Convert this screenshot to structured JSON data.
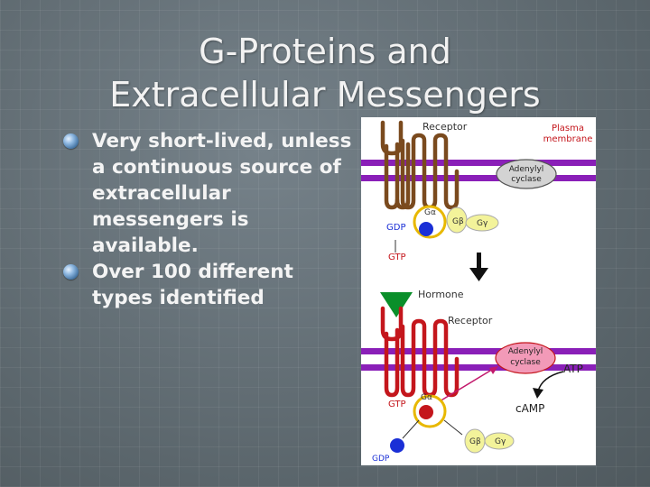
{
  "slide": {
    "title_line1": "G-Proteins and",
    "title_line2": "Extracellular Messengers"
  },
  "bullets": [
    "Very short-lived, unless a continuous source of extracellular messengers is available.",
    "Over 100 different types identified"
  ],
  "diagram": {
    "top": {
      "receptor": "Receptor",
      "plasma_membrane_line1": "Plasma",
      "plasma_membrane_line2": "membrane",
      "adenylyl_cyclase_line1": "Adenylyl",
      "adenylyl_cyclase_line2": "cyclase",
      "g_alpha": "Gα",
      "g_beta": "Gβ",
      "g_gamma": "Gγ",
      "gdp": "GDP",
      "gtp": "GTP"
    },
    "hormone": "Hormone",
    "bottom": {
      "receptor": "Receptor",
      "adenylyl_cyclase_line1": "Adenylyl",
      "adenylyl_cyclase_line2": "cyclase",
      "atp": "ATP",
      "camp": "cAMP",
      "gtp": "GTP",
      "g_alpha": "Gα",
      "g_beta": "Gβ",
      "g_gamma": "Gγ",
      "gdp": "GDP"
    },
    "colors": {
      "membrane": "#8a1fb8",
      "receptor_inactive": "#7a4a1e",
      "receptor_active": "#c4161c",
      "cyclase_inactive": "#d3d3d3",
      "cyclase_active": "#f29ab8",
      "g_alpha_ring": "#e8b800",
      "g_beta_gamma": "#f3f39a",
      "gdp_gtp_ball": "#1a2fd6",
      "hormone": "#0a8f2a",
      "gdp_label": "#1a2fd6",
      "gtp_label": "#c4161c"
    }
  }
}
